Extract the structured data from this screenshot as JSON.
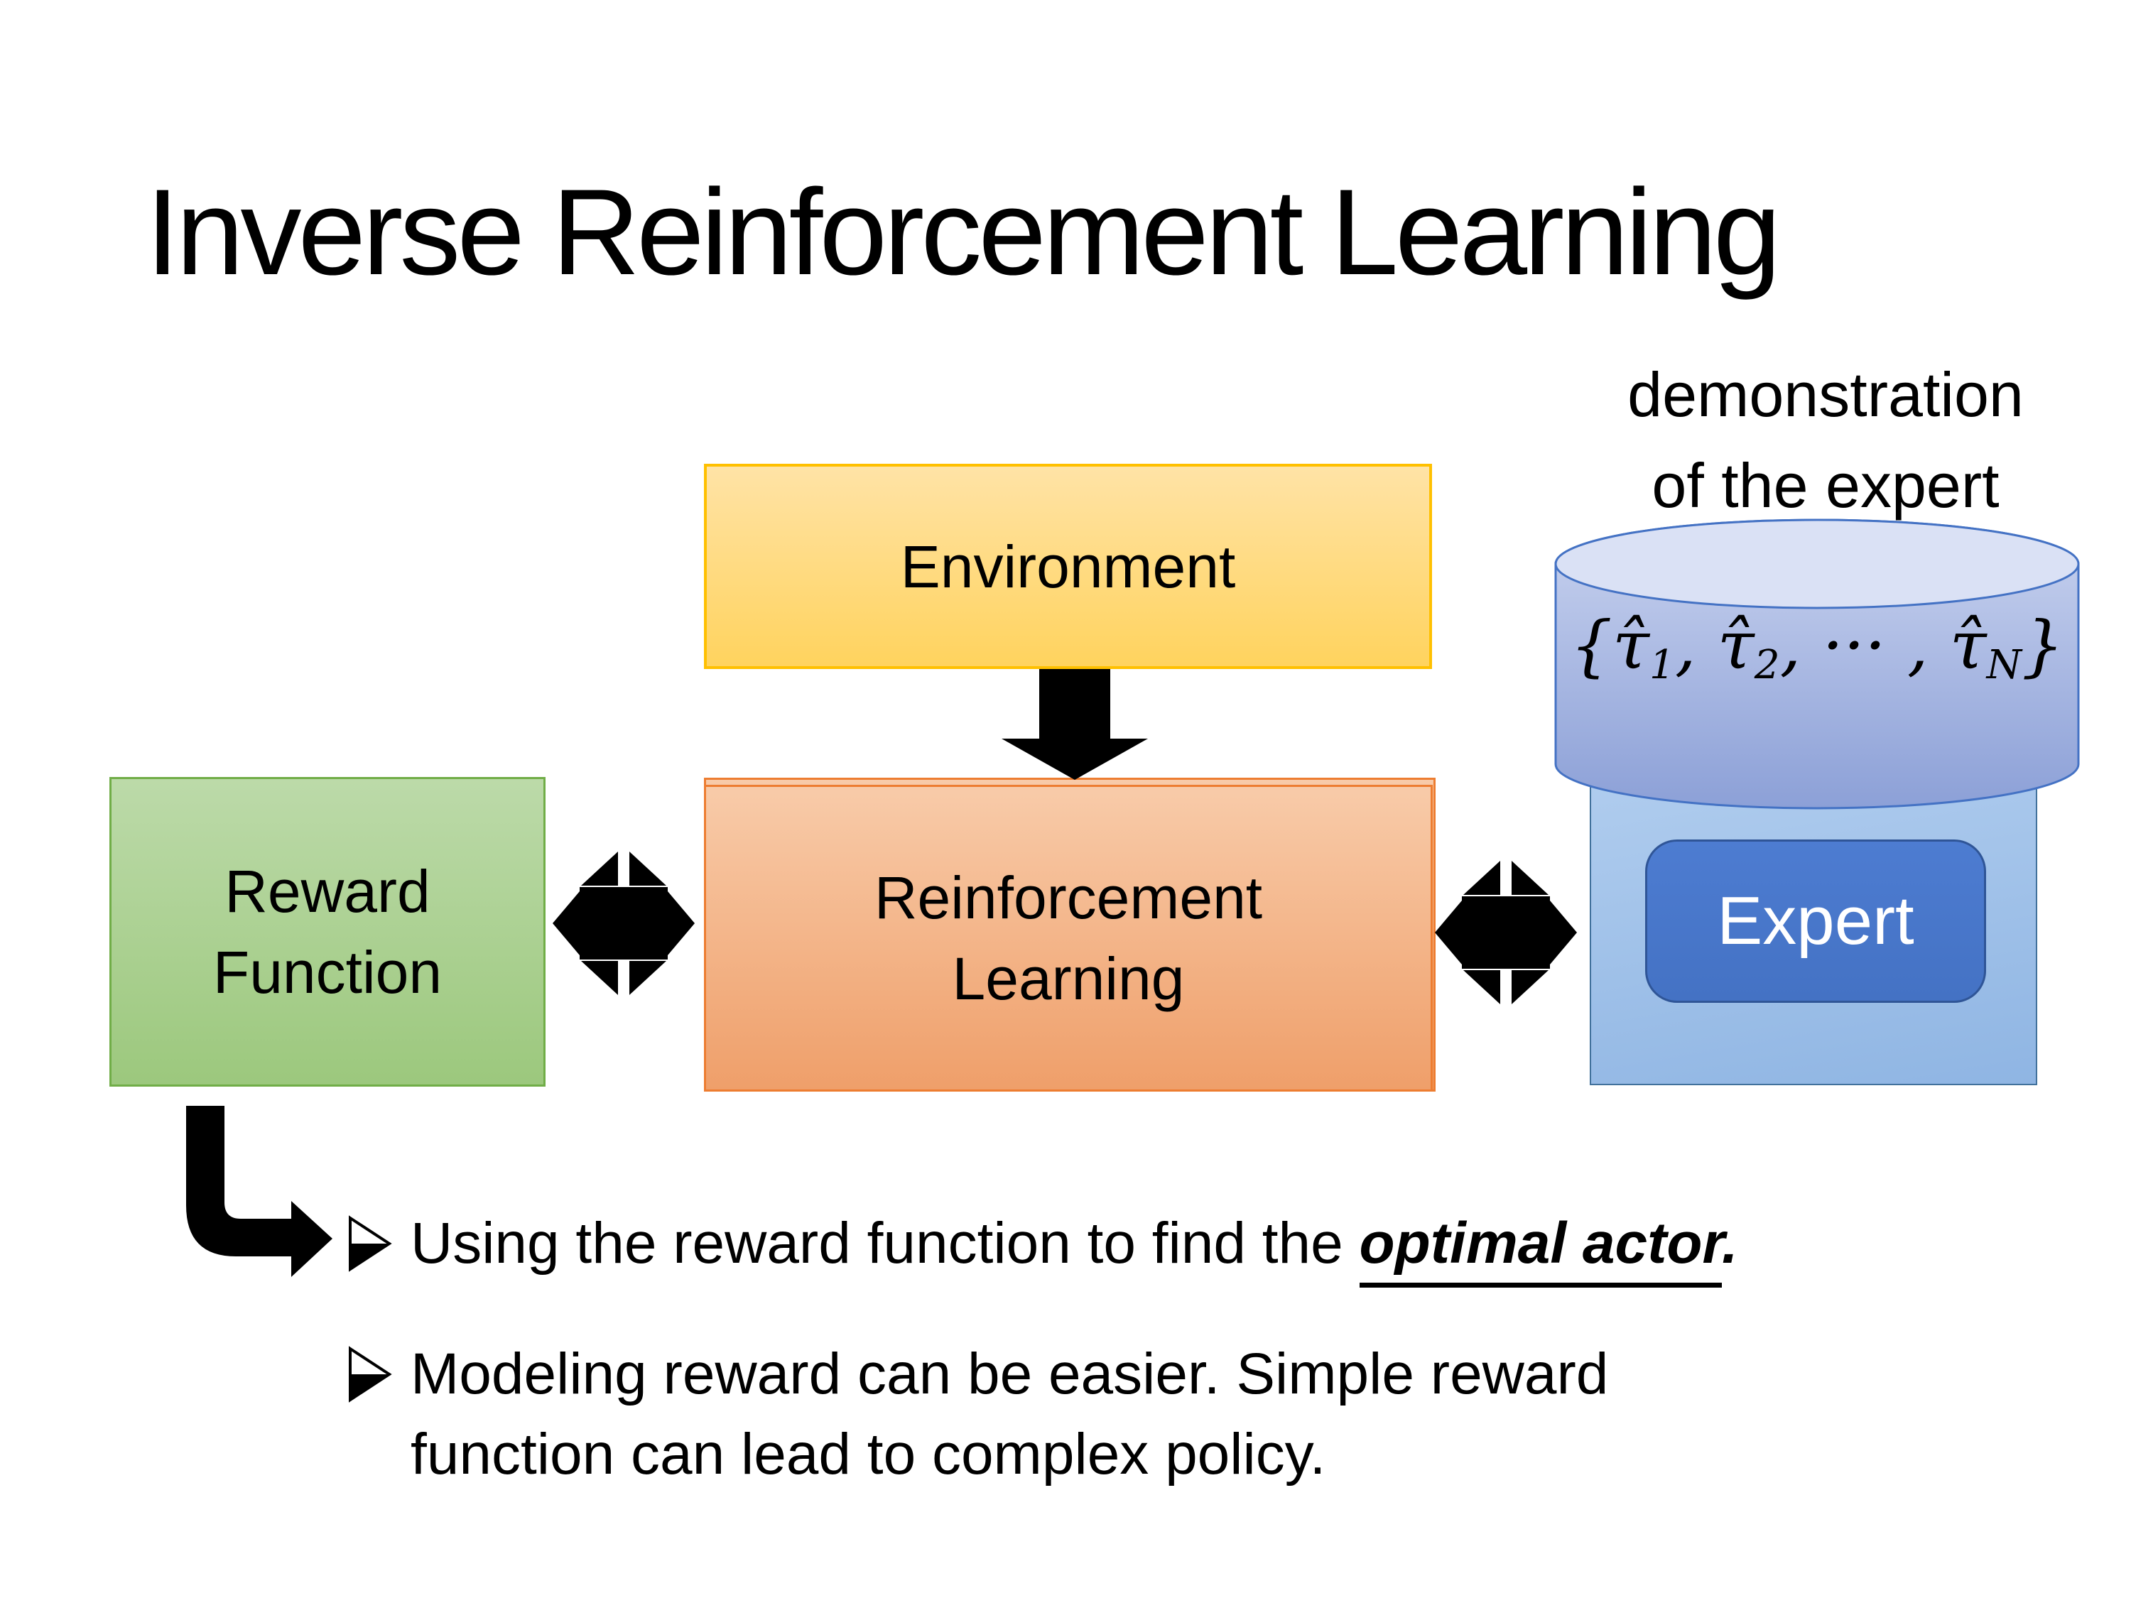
{
  "slide": {
    "title": "Inverse Reinforcement Learning"
  },
  "diagram": {
    "environment_label": "Environment",
    "reward_label_line1": "Reward",
    "reward_label_line2": "Function",
    "rl_label_line1": "Reinforcement",
    "rl_label_line2": "Learning",
    "expert_label": "Expert",
    "demo_label_line1": "demonstration",
    "demo_label_line2": "of the expert",
    "formula": {
      "open": "{",
      "tau": "τ̂",
      "sub1": "1",
      "sep": ", ",
      "sub2": "2",
      "mid": ", ··· , ",
      "subN": "N",
      "close": "}"
    },
    "icons": {
      "down_arrow": "down-arrow",
      "double_arrow_left": "double-arrow-left-right",
      "double_arrow_right": "double-arrow-left-right",
      "elbow_arrow": "elbow-arrow-down-right",
      "cylinder": "database-cylinder"
    }
  },
  "bullets": {
    "b1_prefix": "Using the reward function to find the ",
    "b1_emphasis": "optimal actor",
    "b1_suffix": ".",
    "b2_text": "Modeling reward can be easier. Simple reward function can lead to complex policy."
  },
  "colors": {
    "background": "#FFFFFF",
    "text": "#000000",
    "arrow": "#000000",
    "env_border": "#FFC000",
    "env_fill_top": "#FFE3A6",
    "env_fill_bottom": "#FFD35E",
    "rl_border": "#ED7D31",
    "rl_fill_top": "#F8CBA9",
    "rl_fill_bottom": "#EF9F6A",
    "reward_border": "#70AD47",
    "reward_fill_top": "#BCDAA9",
    "reward_fill_bottom": "#9CC87D",
    "expert_border": "#2F5597",
    "expert_fill": "#4472C4",
    "expert_text": "#FFFFFF",
    "container_border": "#41719C",
    "container_fill_top": "#AFCCEE",
    "container_fill_bottom": "#8FB5E3",
    "cylinder_border": "#4472C4",
    "cylinder_top": "#DAE1F5",
    "cylinder_body_top": "#C9D3EF",
    "cylinder_body_bottom": "#8CA0D7"
  }
}
